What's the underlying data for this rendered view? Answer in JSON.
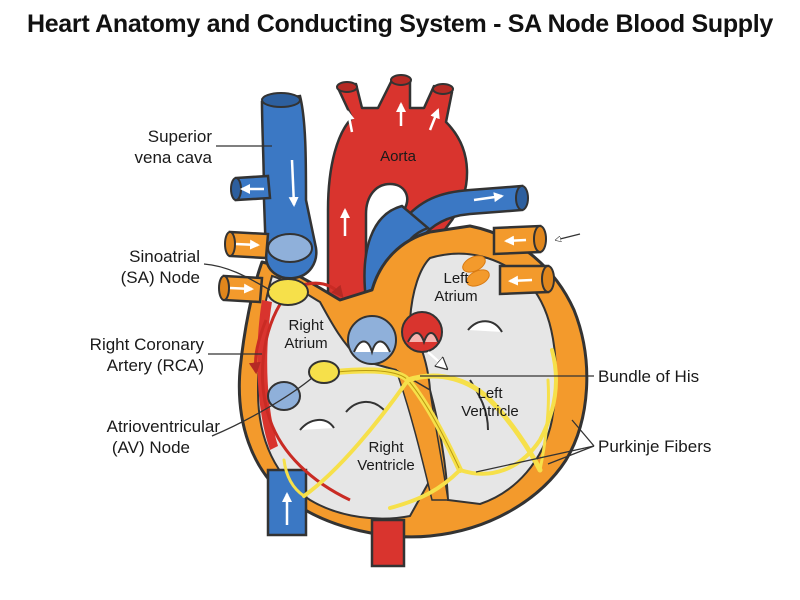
{
  "title": "Heart Anatomy and Conducting System - SA Node Blood Supply",
  "labels": {
    "superior_vena_cava": [
      "Superior",
      "vena cava"
    ],
    "sinoatrial_node": [
      "Sinoatrial",
      "(SA) Node"
    ],
    "right_coronary_artery": [
      "Right Coronary",
      "Artery (RCA)"
    ],
    "atrioventricular_node": [
      "Atrioventricular",
      "(AV) Node"
    ],
    "aorta": "Aorta",
    "right_atrium": [
      "Right",
      "Atrium"
    ],
    "left_atrium": [
      "Left",
      "Atrium"
    ],
    "left_ventricle": [
      "Left",
      "Ventricle"
    ],
    "right_ventricle": [
      "Right",
      "Ventricle"
    ],
    "bundle_of_his": "Bundle of His",
    "purkinje_fibers": "Purkinje Fibers"
  },
  "colors": {
    "deoxygenated_blue": "#3b78c4",
    "oxygenated_red": "#d9342e",
    "myocardium_orange": "#f39a2c",
    "pulmonary_vein_orange": "#f39a2c",
    "conduction_yellow": "#f6e04a",
    "chamber_gray": "#e6e6e6",
    "outline": "#333333"
  }
}
